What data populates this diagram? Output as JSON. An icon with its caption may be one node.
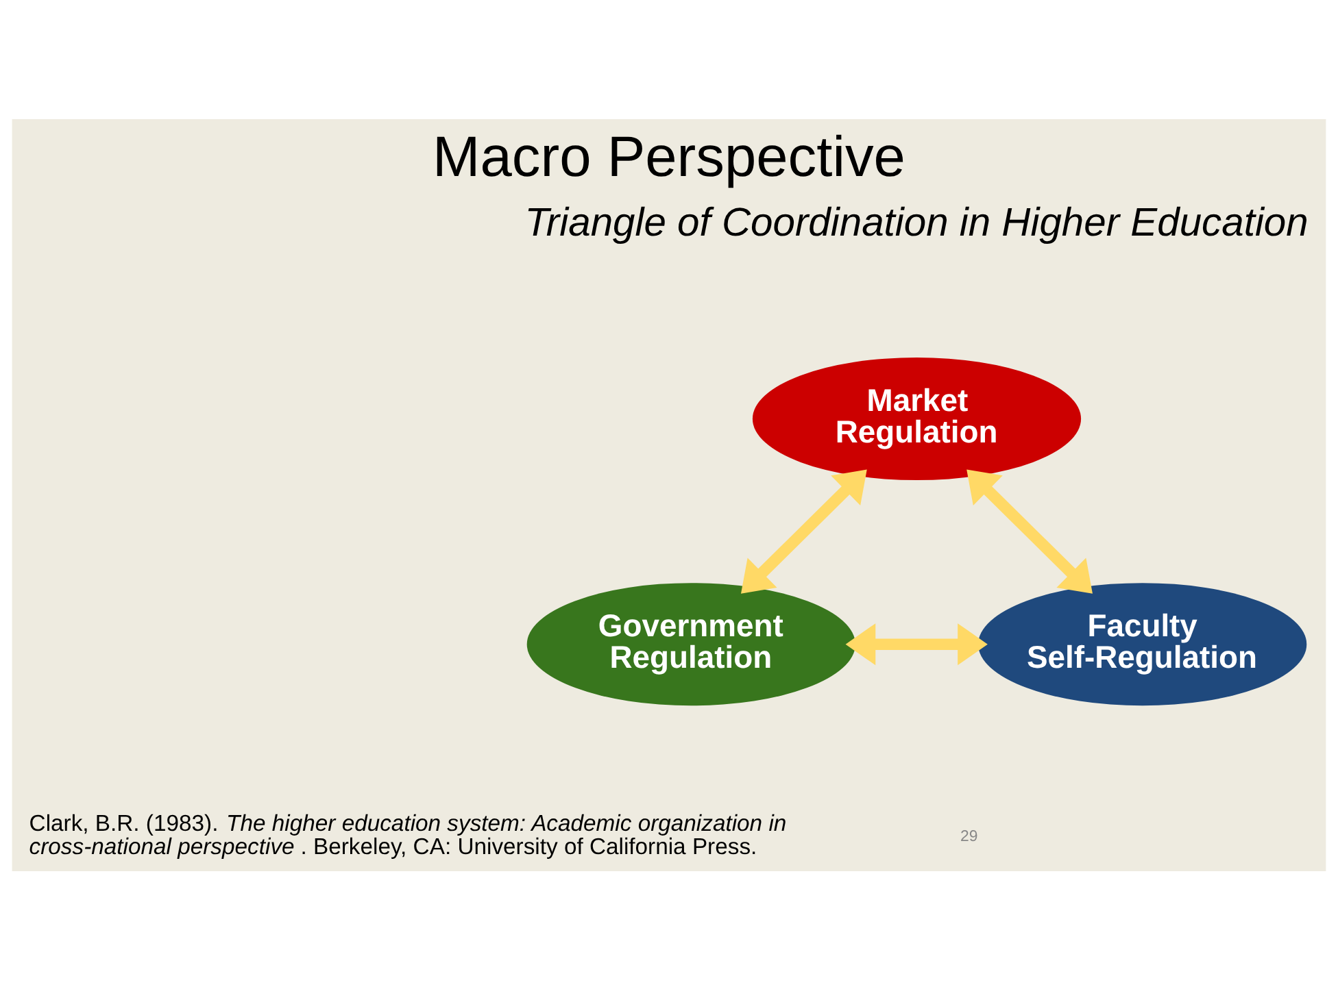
{
  "diagram": {
    "title": "Macro Perspective",
    "nodes": [
      {
        "text": [
          "Market Regulation"
        ]
      },
      {
        "text": [
          "Government Regulation"
        ]
      },
      {
        "text": [
          "Faculty Self-Regulation"
        ]
      }
    ],
    "edges": [
      {
        "from": 0,
        "to": 1,
        "arrow": "both"
      },
      {
        "from": 0,
        "to": 2,
        "arrow": "both"
      },
      {
        "from": 1,
        "to": 2,
        "arrow": "both"
      }
    ],
    "labels": [
      "*Triangle of Coordination in Higher Education*",
      "Clark, B.R. (1983). *The higher education system: Academic organization in cross-national perspective*. Berkeley, CA: University of California Press.",
      "29"
    ]
  }
}
